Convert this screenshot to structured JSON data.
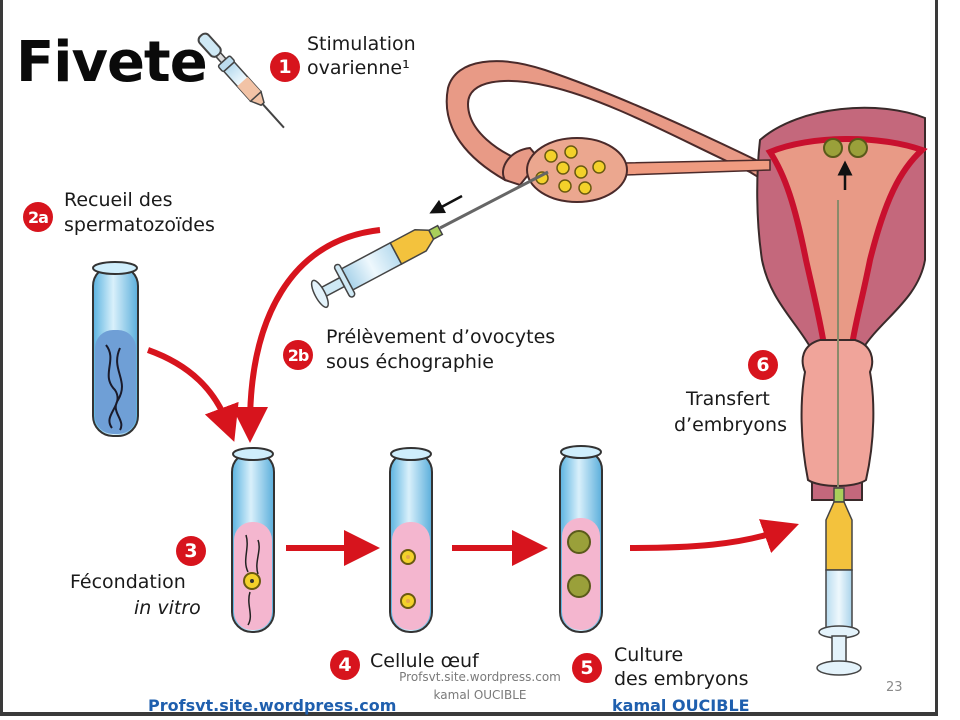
{
  "slide": {
    "title": "Fivete",
    "page_number": "23"
  },
  "steps": [
    {
      "badge": "1",
      "lines": [
        "Stimulation",
        "ovarienne¹"
      ]
    },
    {
      "badge": "2a",
      "lines": [
        "Recueil des",
        "spermatozoïdes"
      ]
    },
    {
      "badge": "2b",
      "lines": [
        "Prélèvement d’ovocytes",
        "sous échographie"
      ]
    },
    {
      "badge": "3",
      "lines": [
        "Fécondation",
        "in vitro"
      ]
    },
    {
      "badge": "4",
      "lines": [
        "Cellule œuf"
      ]
    },
    {
      "badge": "5",
      "lines": [
        "Culture",
        "des embryons"
      ]
    },
    {
      "badge": "6",
      "lines": [
        "Transfert",
        "d’embryons"
      ]
    }
  ],
  "footer": {
    "left_credit": "Profsvt.site.wordpress.com",
    "right_credit": "kamal OUCIBLE",
    "watermark_line1": "Profsvt.site.wordpress.com",
    "watermark_line2": "kamal OUCIBLE"
  },
  "colors": {
    "badge_red": "#d7141d",
    "arrow_red": "#d7141d",
    "footer_blue": "#1f5fae",
    "tube_blue": "#9fd3ee",
    "medium_pink": "#f4b6cf",
    "tissue_pink": "#e89a86",
    "uterus_mauve": "#c4687c",
    "oocyte_yellow": "#f3d12a"
  }
}
